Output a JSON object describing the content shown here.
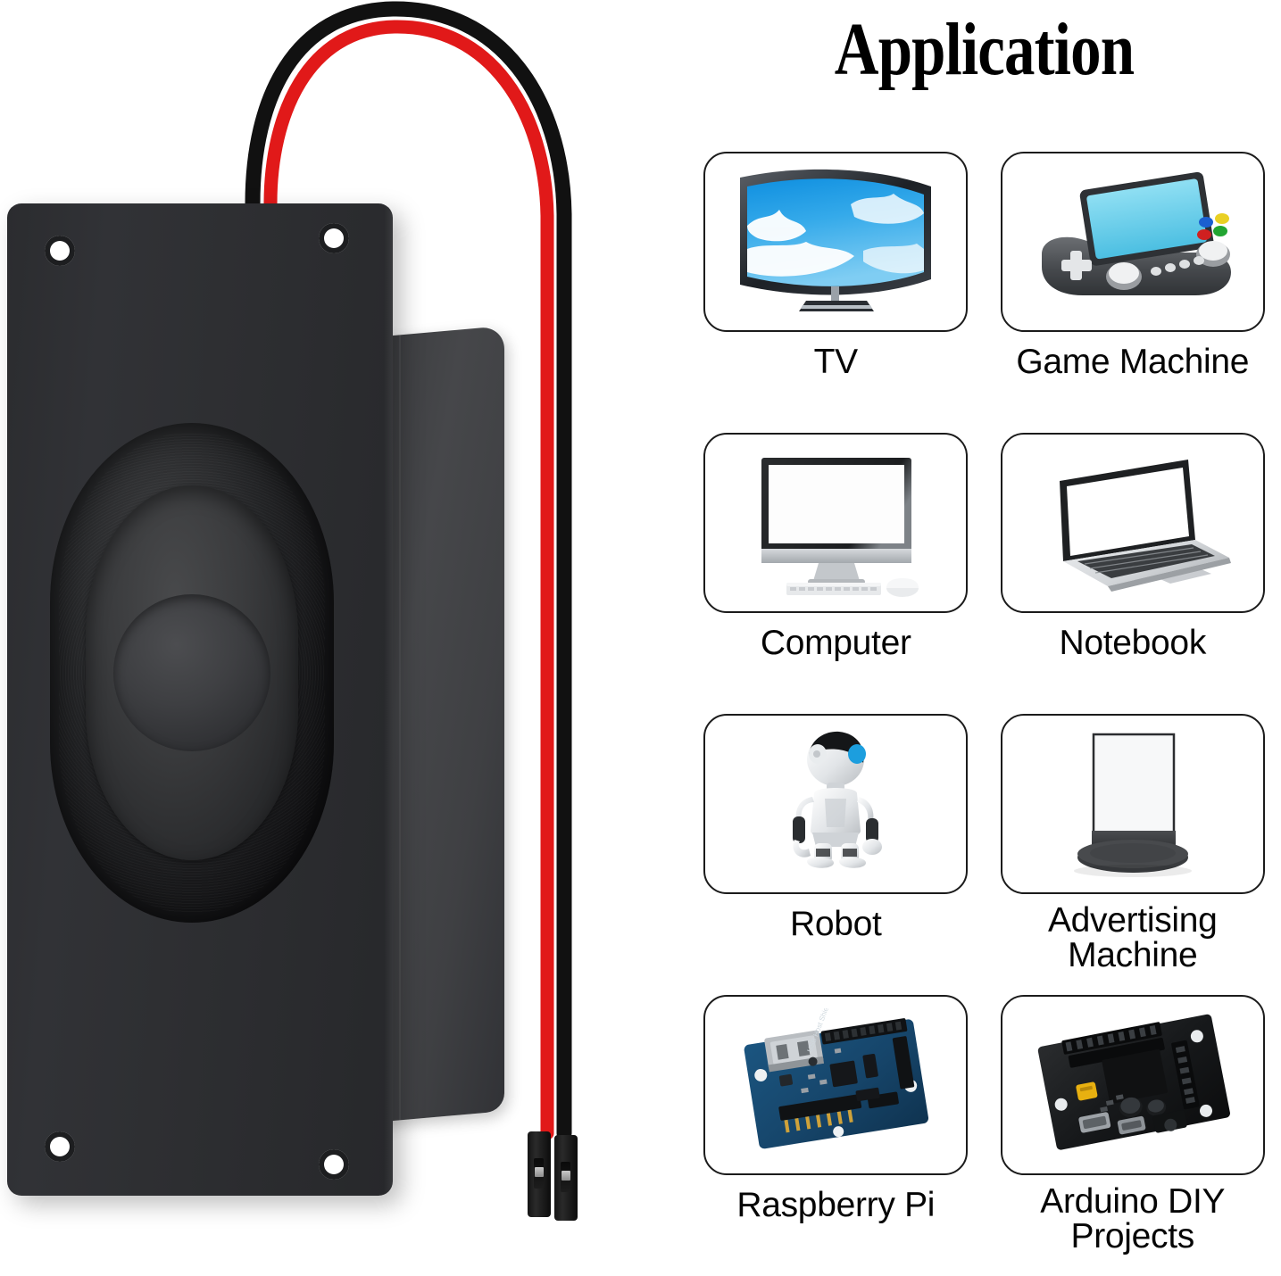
{
  "product": {
    "name": "rectangular cavity speaker",
    "description": "black rectangular panel-mount speaker with oval cone, four corner mounting holes and a red-black dupont wire lead",
    "colors": {
      "faceplate": "#2d2e31",
      "enclosure": "#3f4043",
      "wire_positive": "#e11919",
      "wire_negative": "#111111",
      "connector": "#161616"
    },
    "wire": {
      "positive_label": "red-wire",
      "negative_label": "black-wire",
      "terminal_type": "dupont-connector",
      "terminal_count": 2
    },
    "mounting_holes": 4
  },
  "application": {
    "title": "Application",
    "items": [
      {
        "label": "TV",
        "icon": "curved-tv-icon",
        "name": "tv"
      },
      {
        "label": "Game Machine",
        "icon": "handheld-console-icon",
        "name": "game-machine"
      },
      {
        "label": "Computer",
        "icon": "desktop-computer-icon",
        "name": "computer"
      },
      {
        "label": "Notebook",
        "icon": "laptop-icon",
        "name": "notebook"
      },
      {
        "label": "Robot",
        "icon": "humanoid-robot-icon",
        "name": "robot"
      },
      {
        "label": "Advertising\nMachine",
        "icon": "digital-signage-icon",
        "name": "advertising-machine"
      },
      {
        "label": "Raspberry Pi",
        "icon": "usb-host-shield-pcb-icon",
        "name": "raspberry-pi"
      },
      {
        "label": "Arduino DIY\nProjects",
        "icon": "arduino-expansion-board-icon",
        "name": "arduino-diy-projects"
      }
    ],
    "icon_colors": {
      "tv_screen_sky": "#1a9ae5",
      "tv_screen_cloud": "#ffffff",
      "console_screen": "#6fd2ee",
      "console_body": "#4a4b4d",
      "console_button_blue": "#1b5fd0",
      "console_button_red": "#d02020",
      "console_button_yellow": "#e9d024",
      "console_button_green": "#22a532",
      "robot_eye": "#1c9ede",
      "pcb_blue": "#17486e",
      "pcb_black": "#121212",
      "arduino_yellow": "#e8b010",
      "card_border": "#1b1b1b"
    }
  }
}
